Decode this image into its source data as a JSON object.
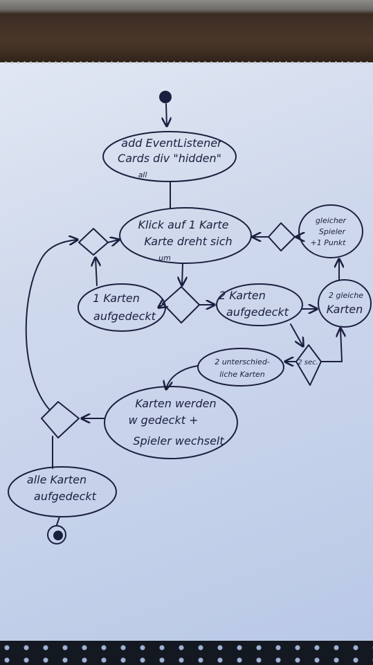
{
  "nodes": {
    "init": [
      "add EventListener",
      "Cards div \"hidden\"",
      "all"
    ],
    "click": [
      "Klick auf 1 Karte",
      "Karte dreht sich",
      "um"
    ],
    "equal_player": [
      "gleicher",
      "Spieler",
      "+1 Punkt"
    ],
    "one_card": [
      "1 Karten",
      "aufgedeckt"
    ],
    "two_cards": [
      "2 Karten",
      "aufgedeckt"
    ],
    "two_equal": [
      "2 gleiche",
      "Karten"
    ],
    "two_diff": [
      "2 unterschied-",
      "liche Karten"
    ],
    "flip_back": [
      "Karten werden",
      "w gedeckt +",
      "Spieler wechselt"
    ],
    "all_done": [
      "alle Karten",
      "aufgedeckt"
    ]
  },
  "decision_label": "2 sec."
}
